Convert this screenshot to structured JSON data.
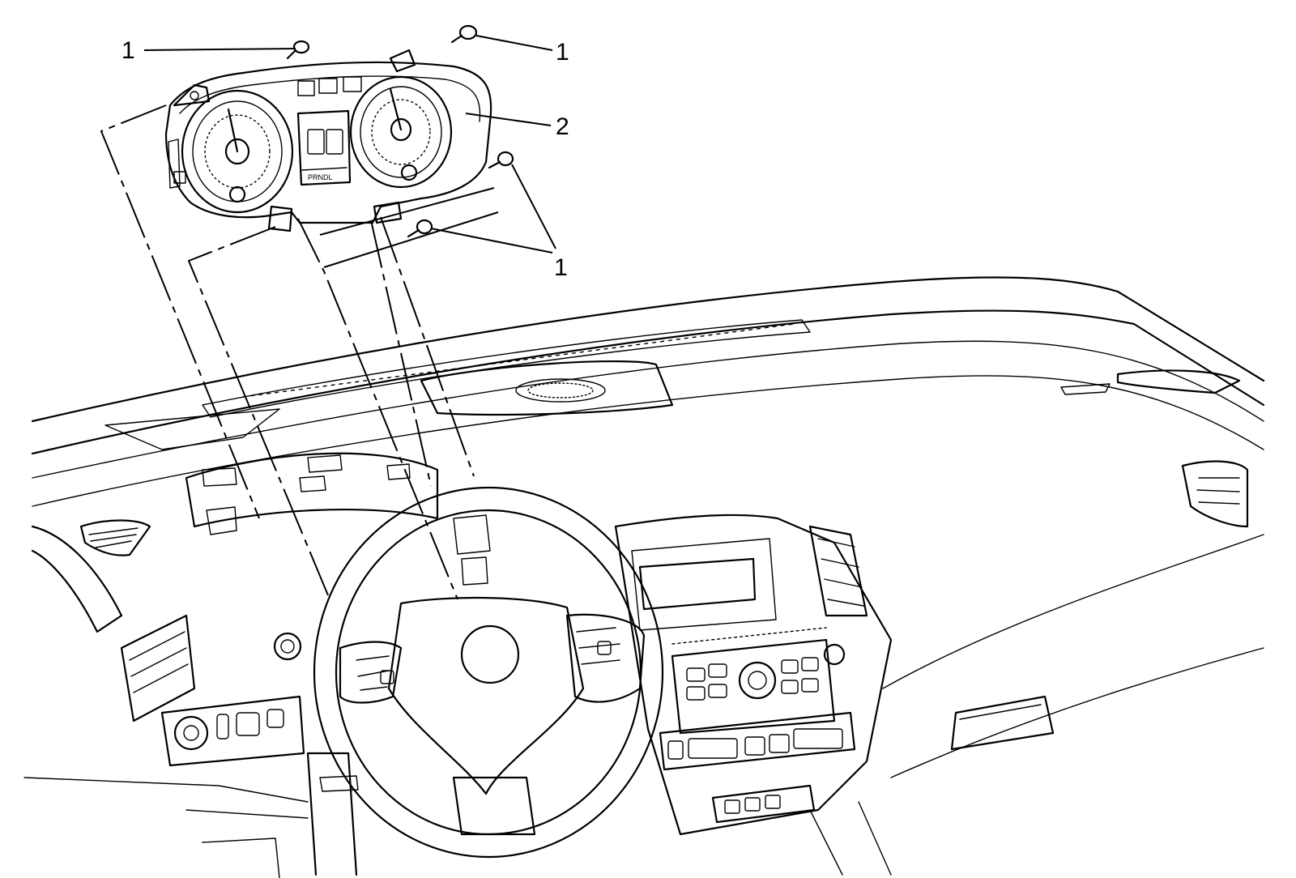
{
  "diagram": {
    "callouts": [
      {
        "id": "c1a",
        "label": "1"
      },
      {
        "id": "c1b",
        "label": "1"
      },
      {
        "id": "c2",
        "label": "2"
      },
      {
        "id": "c1c",
        "label": "1"
      }
    ],
    "cluster_text": "PRNDL"
  }
}
